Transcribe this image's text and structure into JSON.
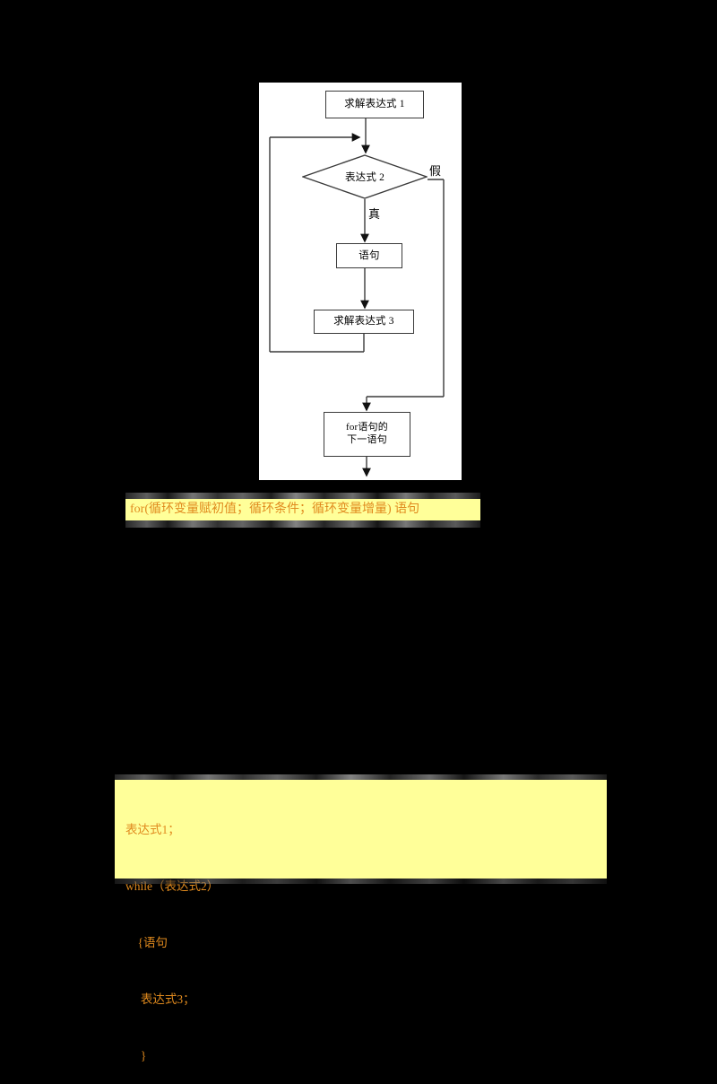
{
  "flowchart": {
    "type": "flowchart",
    "title": "for statement execution flow",
    "nodes": {
      "expr1": {
        "label": "求解表达式 1",
        "shape": "process"
      },
      "cond": {
        "label": "表达式 2",
        "shape": "decision"
      },
      "stmt": {
        "label": "语句",
        "shape": "process"
      },
      "expr3": {
        "label": "求解表达式 3",
        "shape": "process"
      },
      "next": {
        "label": "for语句的\n下一语句",
        "shape": "process"
      }
    },
    "edge_labels": {
      "false": "假",
      "true": "真"
    },
    "edges": [
      {
        "from": "expr1",
        "to": "cond",
        "label": ""
      },
      {
        "from": "cond",
        "to": "stmt",
        "label": "真"
      },
      {
        "from": "stmt",
        "to": "expr3",
        "label": ""
      },
      {
        "from": "expr3",
        "to": "cond",
        "label": ""
      },
      {
        "from": "cond",
        "to": "next",
        "label": "假"
      }
    ]
  },
  "for_syntax": {
    "text": "for(循环变量赋初值；循环条件；循环变量增量) 语句",
    "highlight_color": "#ffff99",
    "text_color": "#e08a1e"
  },
  "while_code": {
    "lines": [
      "表达式1；",
      "while（表达式2）",
      "    {语句",
      "     表达式3；",
      "     }"
    ],
    "highlight_color": "#ffff99",
    "text_color": "#e08a1e"
  }
}
